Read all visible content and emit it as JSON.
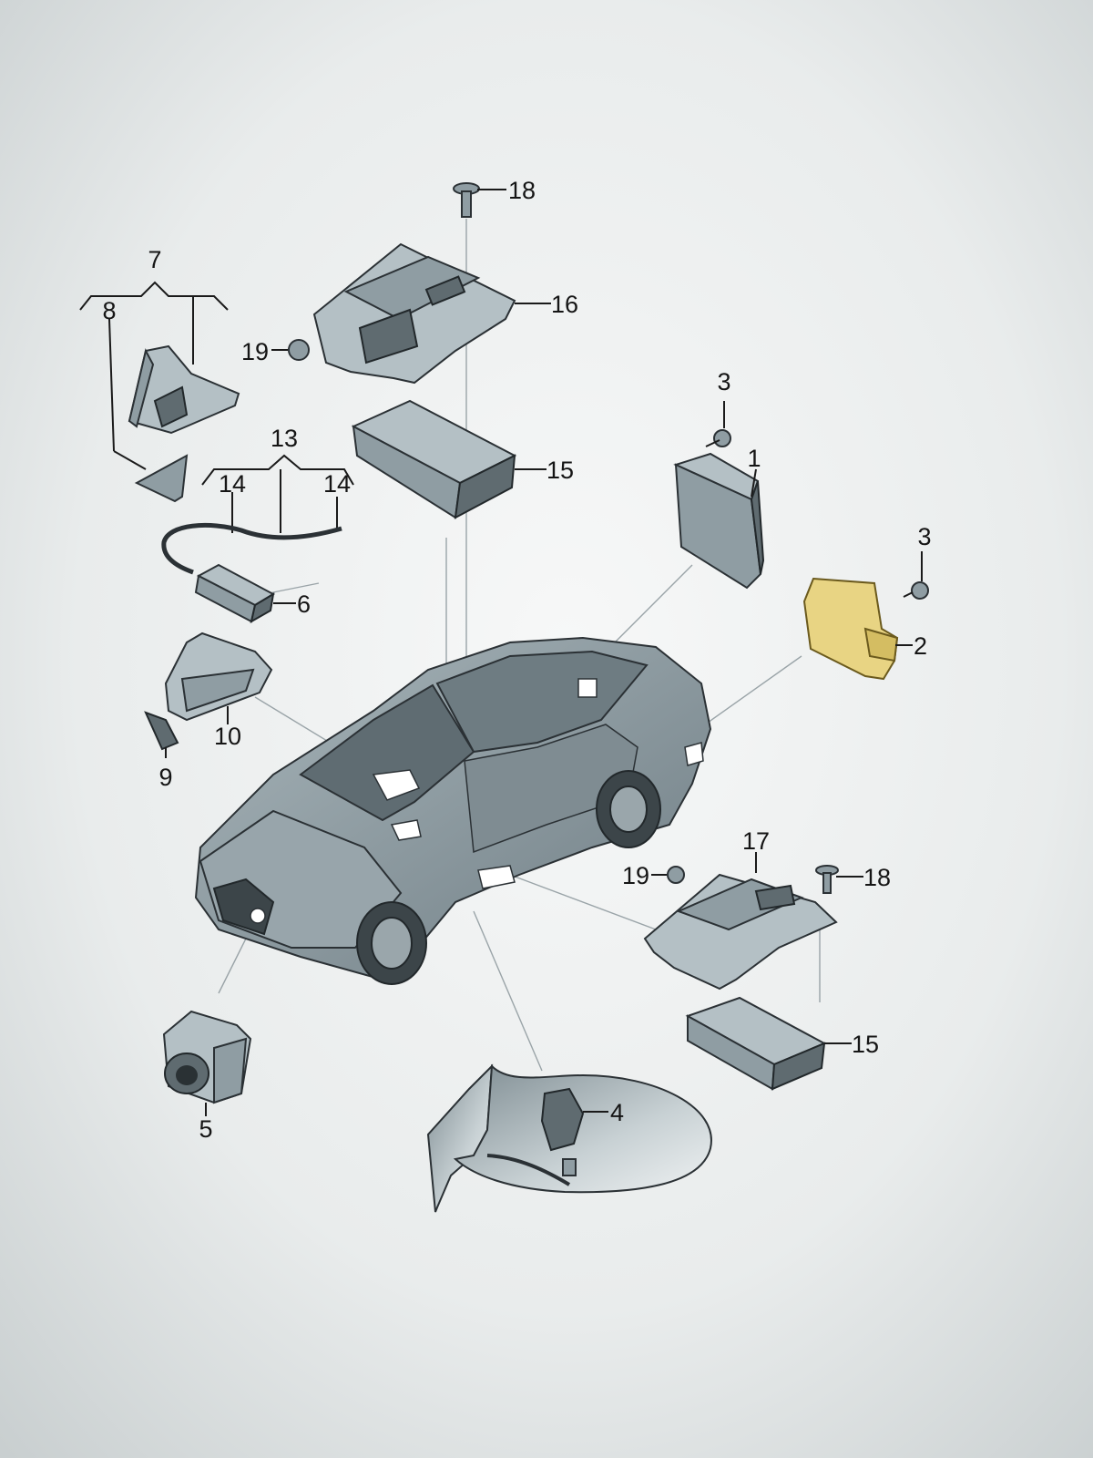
{
  "callouts": {
    "n1": "1",
    "n2": "2",
    "n3a": "3",
    "n3b": "3",
    "n4": "4",
    "n5": "5",
    "n6": "6",
    "n7": "7",
    "n8": "8",
    "n9": "9",
    "n10": "10",
    "n13": "13",
    "n14a": "14",
    "n14b": "14",
    "n15a": "15",
    "n15b": "15",
    "n16": "16",
    "n17": "17",
    "n18a": "18",
    "n18b": "18",
    "n19a": "19",
    "n19b": "19"
  },
  "colors": {
    "highlight": "#e8d483",
    "part": "#8f9da3",
    "car_body": "#8e9ca3"
  }
}
